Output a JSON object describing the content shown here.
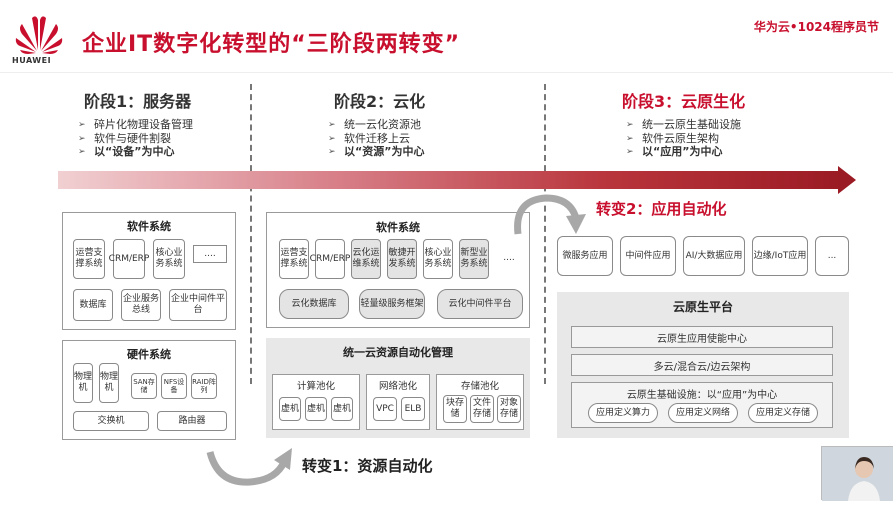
{
  "header": {
    "logo_text": "HUAWEI",
    "title": "企业IT数字化转型的“三阶段两转变”",
    "brand": "华为云•1024程序员节"
  },
  "stages": [
    {
      "title": "阶段1：服务器",
      "bullets": [
        "碎片化物理设备管理",
        "软件与硬件割裂",
        "以“设备”为中心"
      ]
    },
    {
      "title": "阶段2：云化",
      "bullets": [
        "统一云化资源池",
        "软件迁移上云",
        "以“资源”为中心"
      ]
    },
    {
      "title": "阶段3：云原生化",
      "bullets": [
        "统一云原生基础设施",
        "软件云原生架构",
        "以“应用”为中心"
      ]
    }
  ],
  "stage1": {
    "software": {
      "title": "软件系统",
      "row1": [
        "运营支撑系统",
        "CRM/ERP",
        "核心业务系统",
        "...."
      ],
      "row2": [
        "数据库",
        "企业服务总线",
        "企业中间件平台"
      ]
    },
    "hardware": {
      "title": "硬件系统",
      "servers": [
        "物理机",
        "物理机"
      ],
      "storage": [
        "SAN存储",
        "NFS设备",
        "RAID阵列"
      ],
      "network": [
        "交换机",
        "路由器"
      ]
    }
  },
  "stage2": {
    "software": {
      "title": "软件系统",
      "row1": [
        "运营支撑系统",
        "CRM/ERP",
        "云化运维系统",
        "敏捷开发系统",
        "核心业务系统",
        "新型业务系统",
        "...."
      ],
      "row2": [
        "云化数据库",
        "轻量级服务框架",
        "云化中间件平台"
      ]
    },
    "resource": {
      "title": "统一云资源自动化管理",
      "compute": {
        "title": "计算池化",
        "items": [
          "虚机",
          "虚机",
          "虚机"
        ]
      },
      "network": {
        "title": "网络池化",
        "items": [
          "VPC",
          "ELB"
        ]
      },
      "storage": {
        "title": "存储池化",
        "items": [
          "块存储",
          "文件存储",
          "对象存储"
        ]
      }
    }
  },
  "stage3": {
    "apps": [
      "微服务应用",
      "中间件应用",
      "AI/大数据应用",
      "边缘/IoT应用",
      "..."
    ],
    "platform": {
      "title": "云原生平台",
      "bars": [
        "云原生应用使能中心",
        "多云/混合云/边云架构"
      ],
      "infra": {
        "title": "云原生基础设施：以“应用”为中心",
        "items": [
          "应用定义算力",
          "应用定义网络",
          "应用定义存储"
        ]
      }
    }
  },
  "transitions": {
    "t1": "转变1：资源自动化",
    "t2": "转变2：应用自动化"
  },
  "colors": {
    "brand_red": "#c8102e",
    "arrow_dark": "#9b1b24"
  },
  "icons": [
    "huawei-logo-icon",
    "curved-arrow-icon",
    "chevron-bullet-icon"
  ]
}
